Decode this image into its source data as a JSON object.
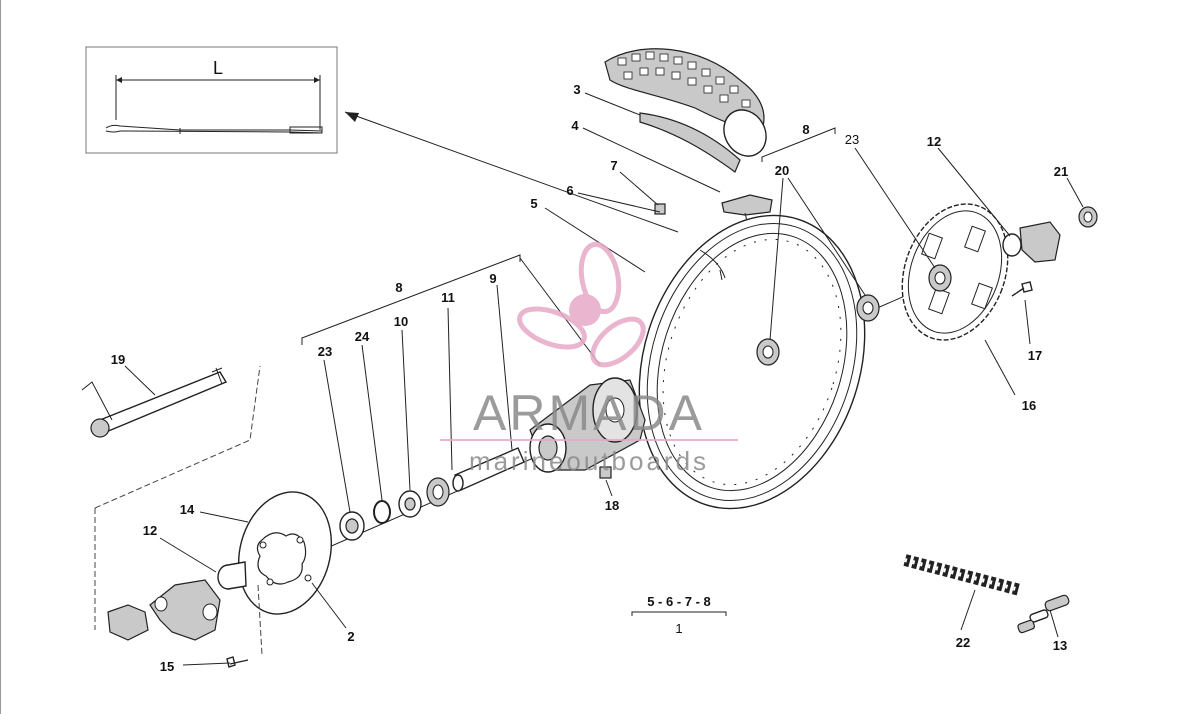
{
  "inset": {
    "dimension_label": "L"
  },
  "callouts": {
    "c1": "1",
    "c2": "2",
    "c3": "3",
    "c4": "4",
    "c5": "5",
    "c6": "6",
    "c7": "7",
    "c8a": "8",
    "c8b": "8",
    "c9": "9",
    "c10": "10",
    "c11": "11",
    "c12a": "12",
    "c12b": "12",
    "c13": "13",
    "c14": "14",
    "c15": "15",
    "c16": "16",
    "c17": "17",
    "c18": "18",
    "c19": "19",
    "c20": "20",
    "c21": "21",
    "c22": "22",
    "c23a": "23",
    "c23b": "23",
    "c24": "24"
  },
  "group_note": {
    "items": "5 - 6 - 7 - 8",
    "result": "1"
  },
  "watermark": {
    "brand": "ARMADA",
    "tagline": "marineoutboards",
    "color": "#e7a9c6"
  }
}
